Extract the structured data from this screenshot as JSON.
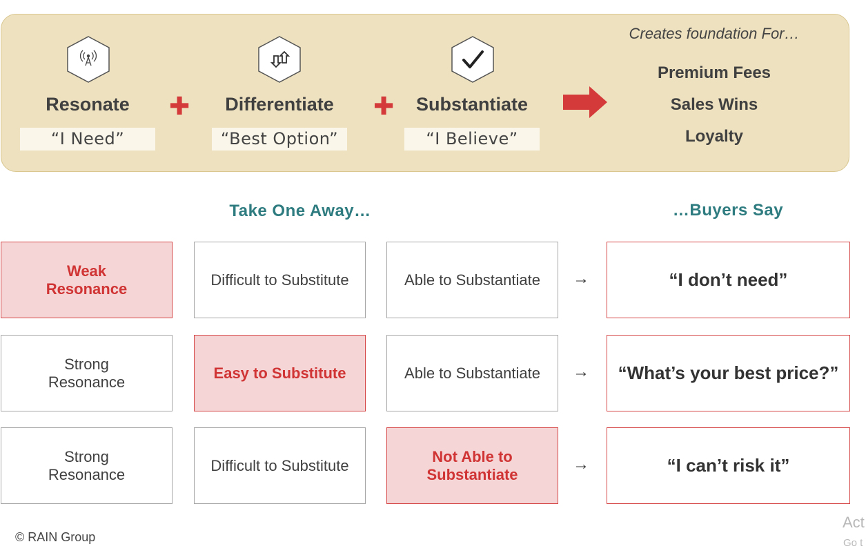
{
  "pillars": [
    {
      "title": "Resonate",
      "quote": "“I Need”",
      "icon": "radio-tower-icon"
    },
    {
      "title": "Differentiate",
      "quote": "“Best Option”",
      "icon": "up-down-arrows-icon"
    },
    {
      "title": "Substantiate",
      "quote": "“I Believe”",
      "icon": "checkmark-icon"
    }
  ],
  "plus_symbol": "✚",
  "foundation": {
    "title": "Creates foundation For…",
    "items": [
      "Premium Fees",
      "Sales Wins",
      "Loyalty"
    ]
  },
  "headers": {
    "left": "Take One Away…",
    "right": "…Buyers Say"
  },
  "rows": [
    {
      "cells": [
        "Weak Resonance",
        "Difficult to Substitute",
        "Able to Substantiate"
      ],
      "weak_index": 0,
      "arrow": "→",
      "outcome": "“I don’t need”"
    },
    {
      "cells": [
        "Strong Resonance",
        "Easy to Substitute",
        "Able to Substantiate"
      ],
      "weak_index": 1,
      "arrow": "→",
      "outcome": "“What’s your best price?”"
    },
    {
      "cells": [
        "Strong Resonance",
        "Difficult to Substitute",
        "Not Able to Substantiate"
      ],
      "weak_index": 2,
      "arrow": "→",
      "outcome": "“I can’t risk it”"
    }
  ],
  "footer": {
    "copyright": "© RAIN Group",
    "watermark_line1": "Act",
    "watermark_line2": "Go t"
  },
  "colors": {
    "panel_bg": "#ede1bf",
    "accent_red": "#d53a3a",
    "weak_fill": "#f5d5d5",
    "header_teal": "#2f7c80"
  }
}
